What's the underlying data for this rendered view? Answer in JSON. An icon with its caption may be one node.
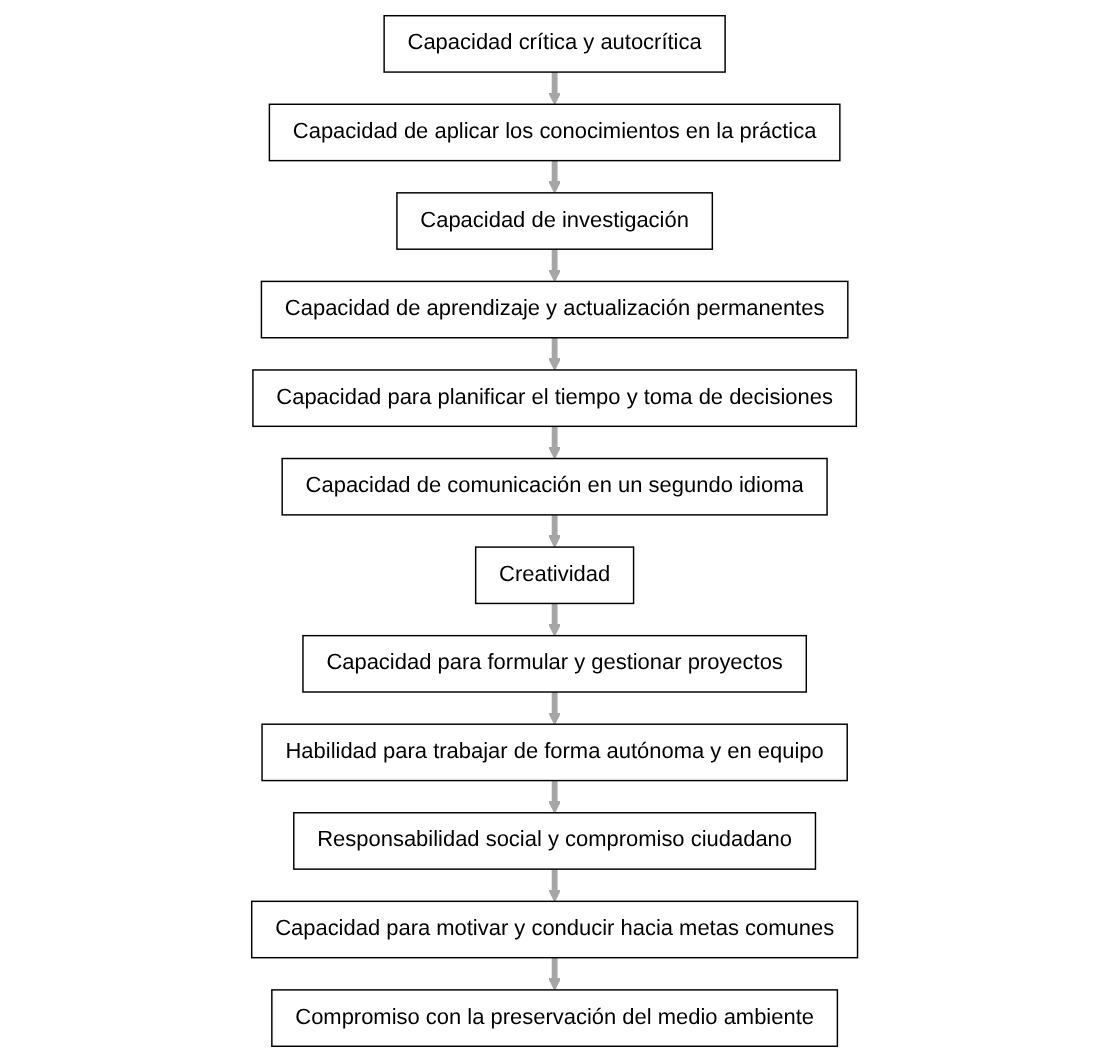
{
  "diagram": {
    "nodes": [
      {
        "text": [
          "Capacidad crítica y autocrítica"
        ]
      },
      {
        "text": [
          "Capacidad de aplicar los conocimientos en la práctica"
        ]
      },
      {
        "text": [
          "Capacidad de investigación"
        ]
      },
      {
        "text": [
          "Capacidad de aprendizaje y actualización permanentes"
        ]
      },
      {
        "text": [
          "Capacidad para planificar el tiempo y toma de decisiones"
        ]
      },
      {
        "text": [
          "Capacidad de comunicación en un segundo idioma"
        ]
      },
      {
        "text": [
          "Creatividad"
        ]
      },
      {
        "text": [
          "Capacidad para formular y gestionar proyectos"
        ]
      },
      {
        "text": [
          "Habilidad para trabajar de forma autónoma y en equipo"
        ]
      },
      {
        "text": [
          "Responsabilidad social y compromiso ciudadano"
        ]
      },
      {
        "text": [
          "Capacidad para motivar y conducir hacia metas comunes"
        ]
      },
      {
        "text": [
          "Compromiso con la preservación del medio ambiente"
        ]
      }
    ],
    "edges": [
      {
        "from": 0,
        "to": 1,
        "arrow": "to"
      },
      {
        "from": 1,
        "to": 2,
        "arrow": "to"
      },
      {
        "from": 2,
        "to": 3,
        "arrow": "to"
      },
      {
        "from": 3,
        "to": 4,
        "arrow": "to"
      },
      {
        "from": 4,
        "to": 5,
        "arrow": "to"
      },
      {
        "from": 5,
        "to": 6,
        "arrow": "to"
      },
      {
        "from": 6,
        "to": 7,
        "arrow": "to"
      },
      {
        "from": 7,
        "to": 8,
        "arrow": "to"
      },
      {
        "from": 8,
        "to": 9,
        "arrow": "to"
      },
      {
        "from": 9,
        "to": 10,
        "arrow": "to"
      },
      {
        "from": 10,
        "to": 11,
        "arrow": "to"
      }
    ]
  }
}
